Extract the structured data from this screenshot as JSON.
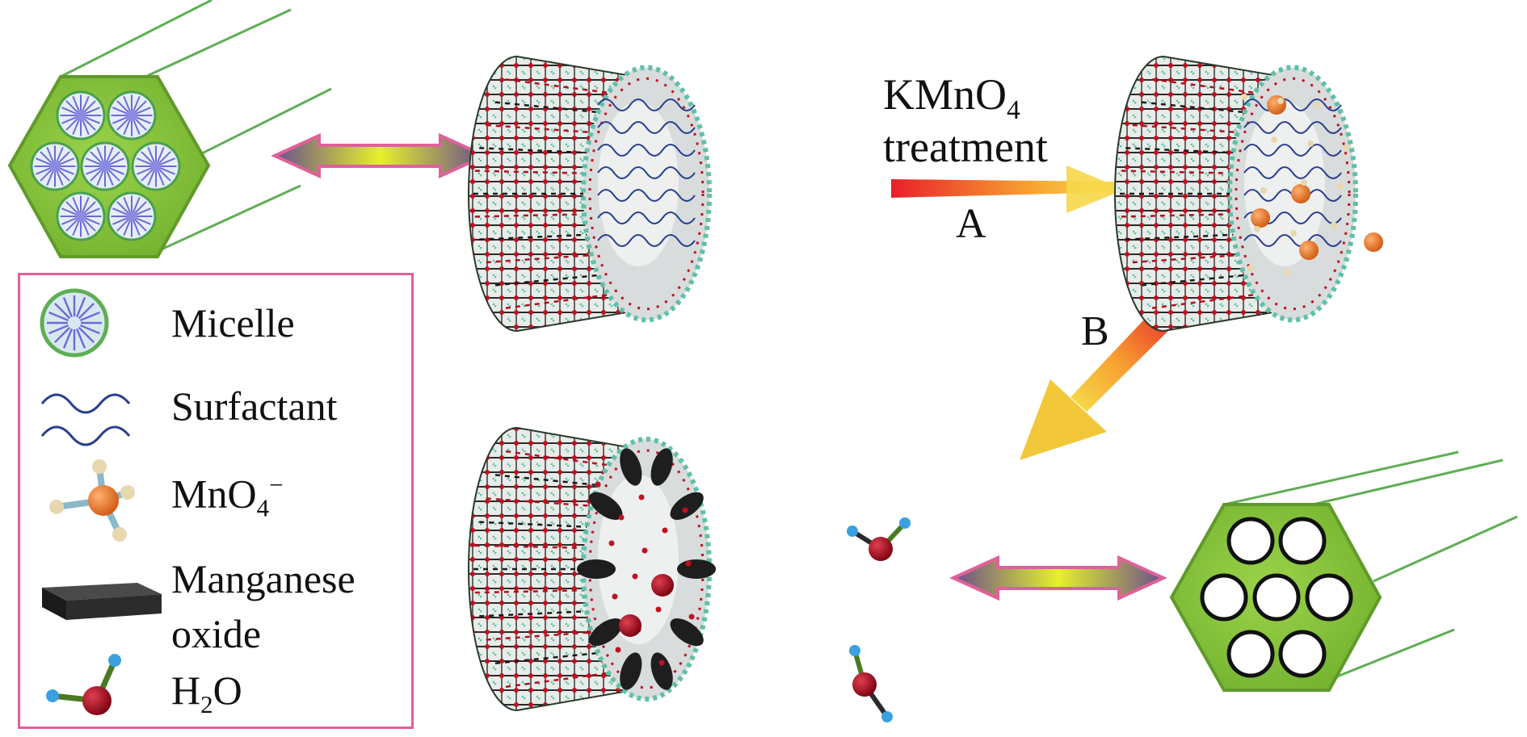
{
  "legend": {
    "micelle": "Micelle",
    "surfactant": "Surfactant",
    "permanganate": "MnO4−",
    "permanganate_base": "MnO",
    "permanganate_sub": "4",
    "permanganate_sup": "−",
    "manganese_oxide_line1": "Manganese",
    "manganese_oxide_line2": "oxide",
    "water": "H2O",
    "water_h": "H",
    "water_sub": "2",
    "water_o": "O"
  },
  "step_a": {
    "reagent": "KMnO4",
    "reagent_base": "KMnO",
    "reagent_sub": "4",
    "process": "treatment",
    "letter": "A"
  },
  "step_b": {
    "letter": "B"
  },
  "colors": {
    "hexagon_fill": "#8cc63f",
    "hexagon_edge": "#5f9a2a",
    "micelle_ring": "#6b6bd6",
    "surfactant": "#2a3f8f",
    "legend_border": "#e0609a",
    "arrow_hot": "#e8202a",
    "arrow_warm": "#f7a030",
    "arrow_end": "#f6e04a",
    "double_arrow_mid": "#e6f02a",
    "double_arrow_edge": "#6a4f8c"
  }
}
